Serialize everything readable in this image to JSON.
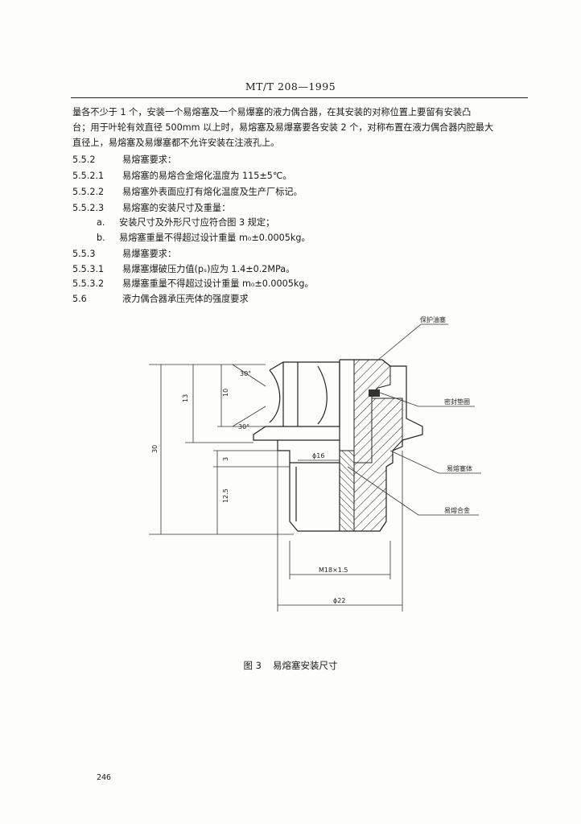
{
  "header": {
    "standard_no": "MT/T 208—1995"
  },
  "body": {
    "p1": "量各不少于 1 个，安装一个易熔塞及一个易爆塞的液力偶合器，在其安装的对称位置上要留有安装凸",
    "p2": "台；用于叶轮有效直径 500mm 以上时，易熔塞及易爆塞要各安装 2 个，对称布置在液力偶合器内腔最大",
    "p3": "直径上，易熔塞及易爆塞都不允许安装在注液孔上。",
    "s552_num": "5.5.2",
    "s552_text": "易熔塞要求：",
    "s5521_num": "5.5.2.1",
    "s5521_text": "易熔塞的易熔合金熔化温度为 115±5℃。",
    "s5522_num": "5.5.2.2",
    "s5522_text": "易熔塞外表面应打有熔化温度及生产厂标记。",
    "s5523_num": "5.5.2.3",
    "s5523_text": "易熔塞的安装尺寸及重量：",
    "item_a_mark": "a.",
    "item_a_text": "安装尺寸及外形尺寸应符合图 3 规定；",
    "item_b_mark": "b.",
    "item_b_text": "易熔塞重量不得超过设计重量 m₀±0.0005kg。",
    "s553_num": "5.5.3",
    "s553_text": "易爆塞要求：",
    "s5531_num": "5.5.3.1",
    "s5531_text": "易爆塞爆破压力值(pₛ)应为 1.4±0.2MPa。",
    "s5532_num": "5.5.3.2",
    "s5532_text": "易爆塞重量不得超过设计重量 m₀±0.0005kg。",
    "s56_num": "5.6",
    "s56_text": "液力偶合器承压壳体的强度要求"
  },
  "figure": {
    "labels": {
      "cap": "保护油塞",
      "seal": "密封垫圈",
      "body": "易熔塞体",
      "alloy": "易熔合金"
    },
    "dims": {
      "angle_top": "30°",
      "angle_bottom": "30°",
      "d13": "13",
      "d10": "10",
      "d30": "30",
      "d3": "3",
      "d12_5": "12.5",
      "phi16": "ϕ16",
      "thread": "M18×1.5",
      "phi22": "ϕ22"
    },
    "caption_no": "图 3",
    "caption_text": "易熔塞安装尺寸"
  },
  "footer": {
    "page_number": "246"
  }
}
